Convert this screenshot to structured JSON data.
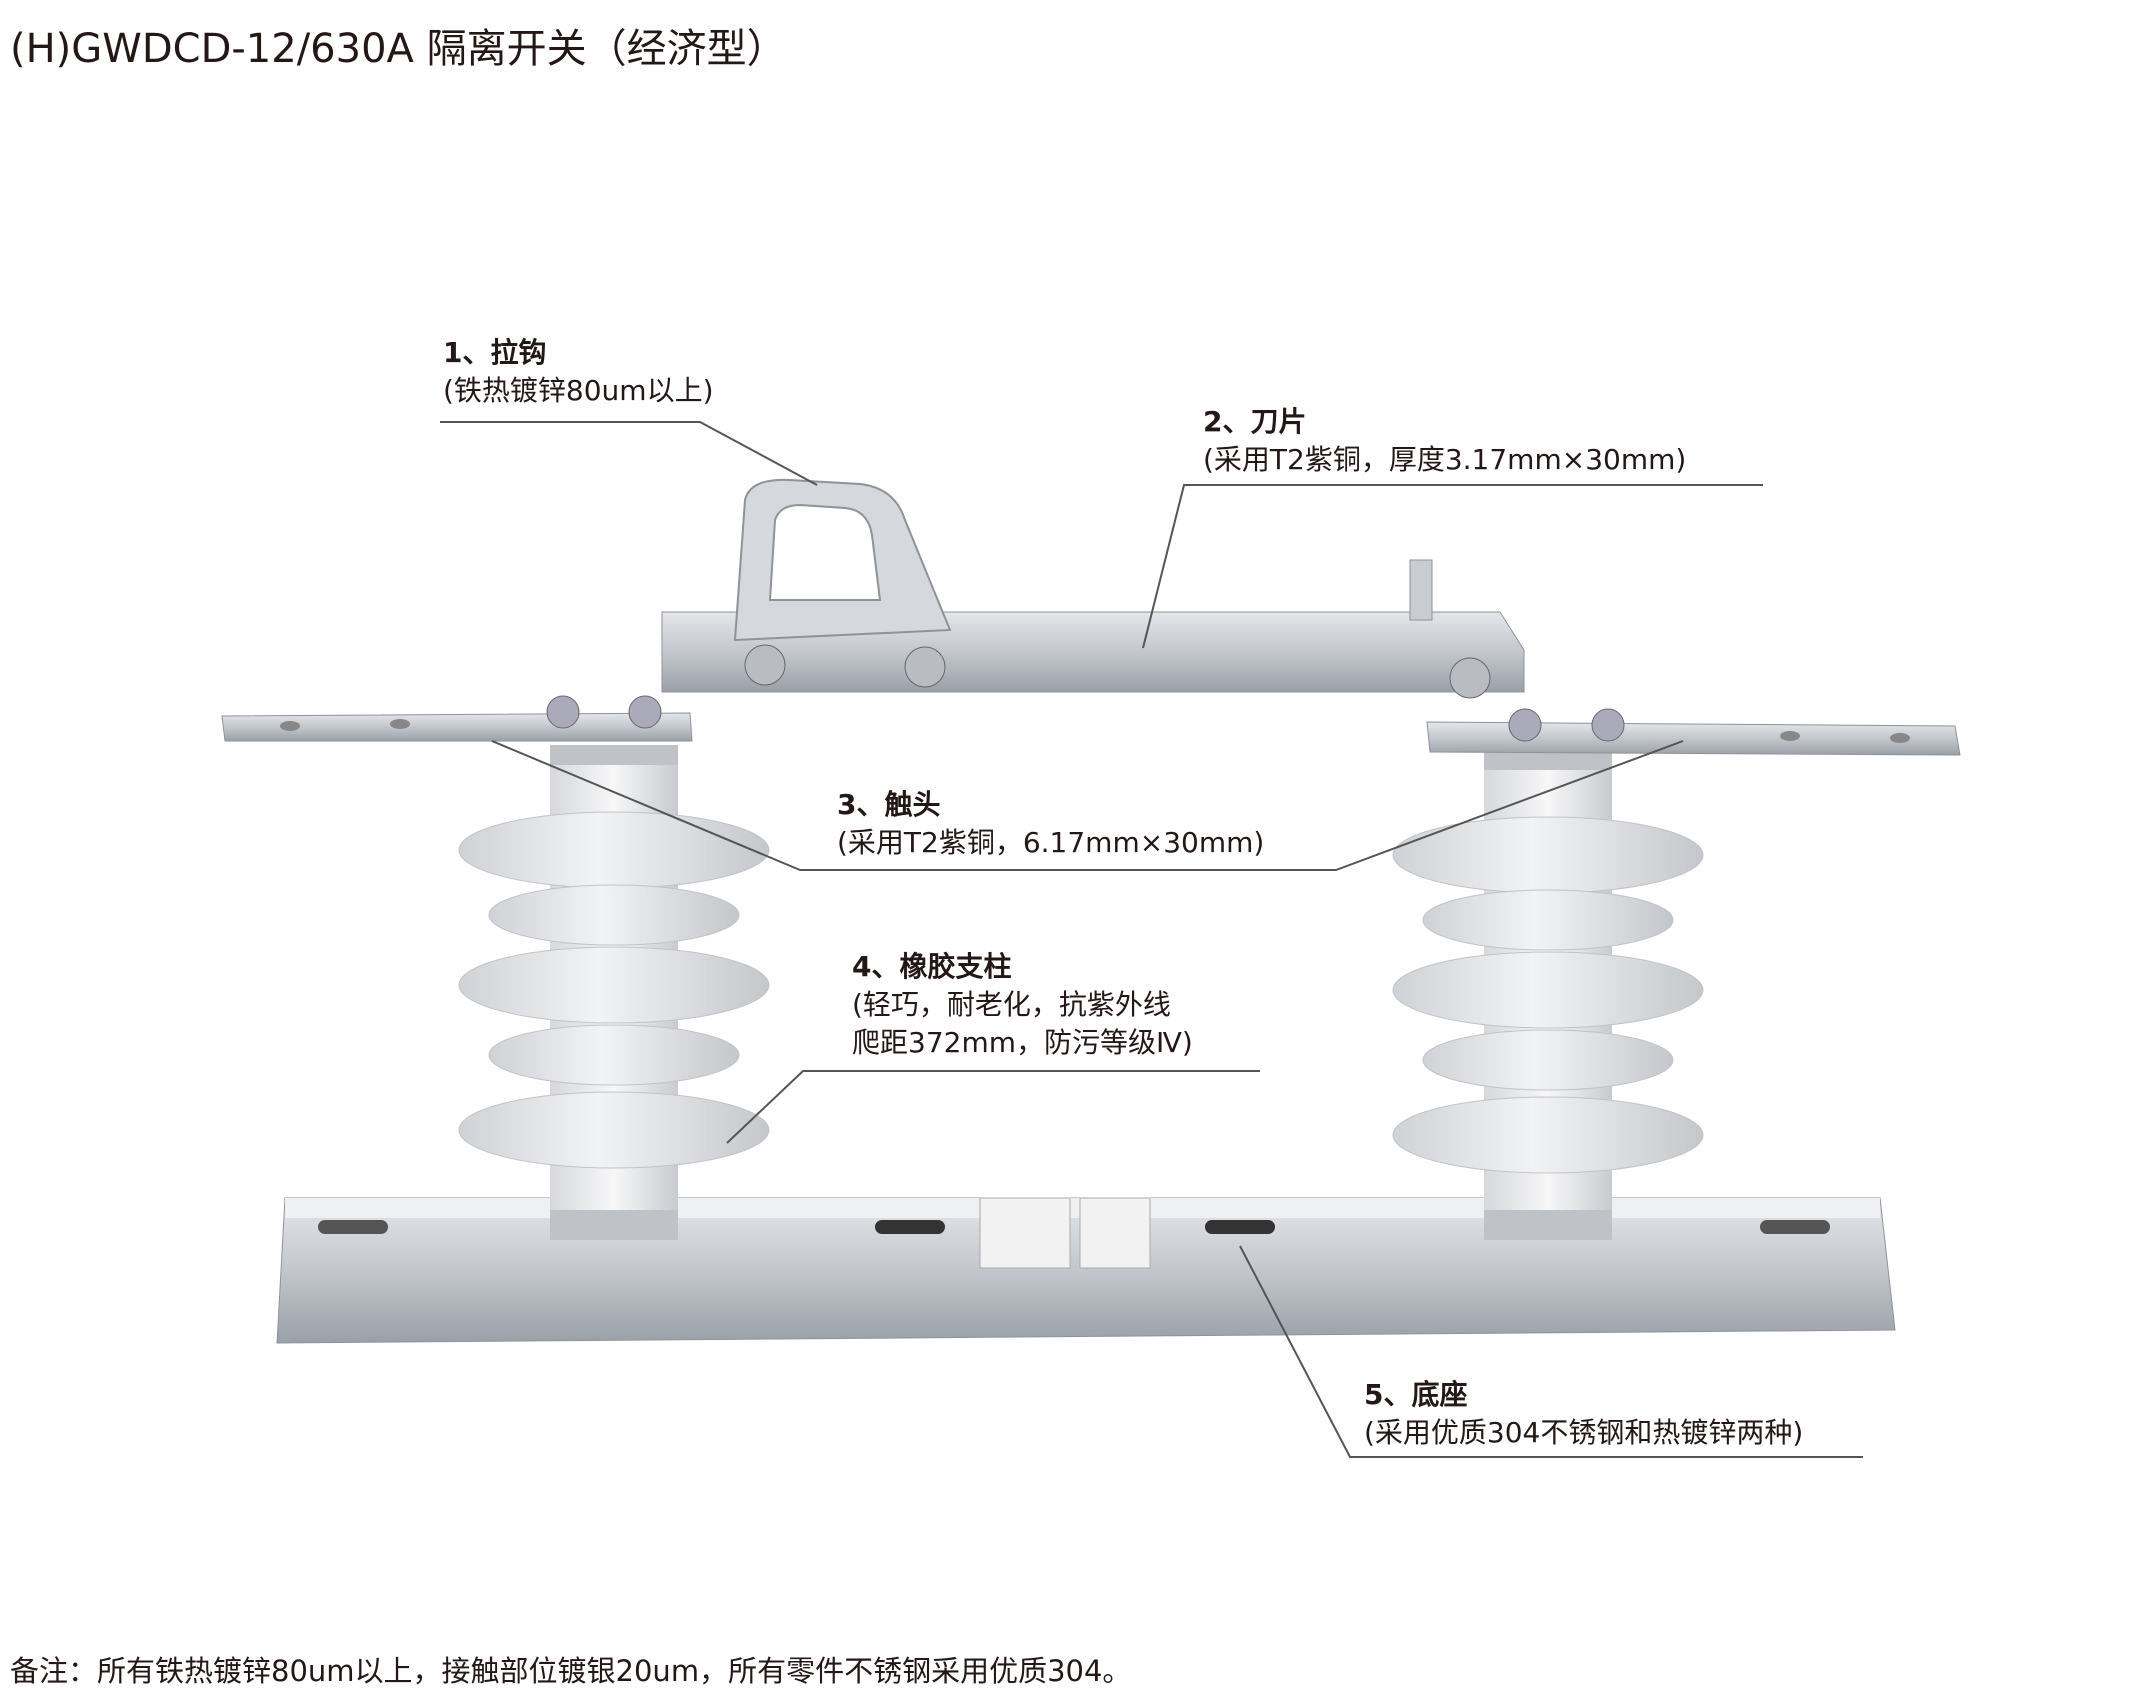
{
  "title": "(H)GWDCD-12/630A 隔离开关（经济型）",
  "callouts": [
    {
      "heading": "1、拉钩",
      "lines": [
        "(铁热镀锌80um以上)"
      ]
    },
    {
      "heading": "2、刀片",
      "lines": [
        "(采用T2紫铜，厚度3.17mm×30mm)"
      ]
    },
    {
      "heading": "3、触头",
      "lines": [
        "(采用T2紫铜，6.17mm×30mm)"
      ]
    },
    {
      "heading": "4、橡胶支柱",
      "lines": [
        "(轻巧，耐老化，抗紫外线",
        "爬距372mm，防污等级Ⅳ)"
      ]
    },
    {
      "heading": "5、底座",
      "lines": [
        "(采用优质304不锈钢和热镀锌两种)"
      ]
    }
  ],
  "footer": "备注：所有铁热镀锌80um以上，接触部位镀银20um，所有零件不锈钢采用优质304。"
}
